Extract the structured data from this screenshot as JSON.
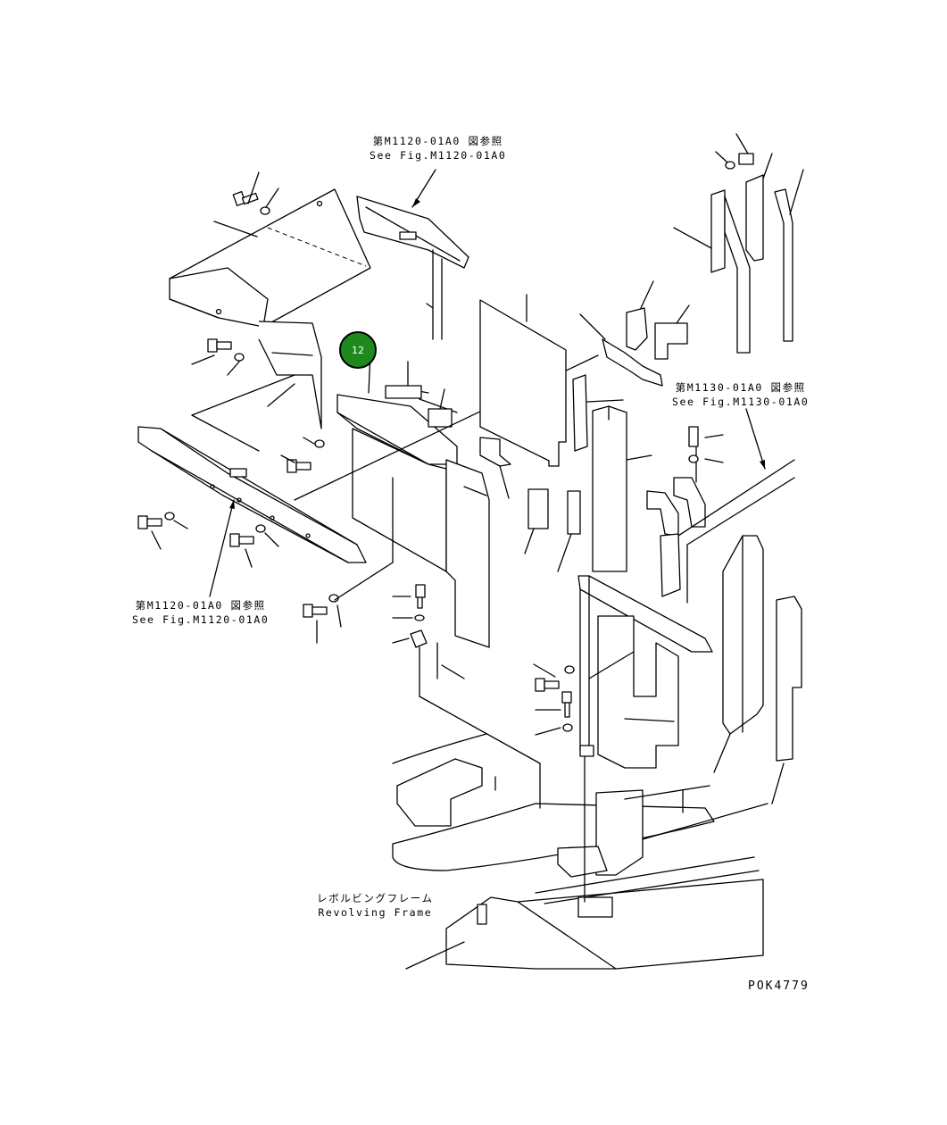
{
  "references": [
    {
      "ja": "第M1120-01A0 図参照",
      "en": "See Fig.M1120-01A0"
    },
    {
      "ja": "第M1130-01A0 図参照",
      "en": "See Fig.M1130-01A0"
    },
    {
      "ja": "第M1120-01A0 図参照",
      "en": "See Fig.M1120-01A0"
    }
  ],
  "frame_label": {
    "ja": "レボルビングフレーム",
    "en": "Revolving Frame"
  },
  "callout": {
    "label": "12",
    "color": "#1e8a1e"
  },
  "drawing_id": "POK4779",
  "colors": {
    "line": "#000000",
    "background": "#ffffff"
  }
}
